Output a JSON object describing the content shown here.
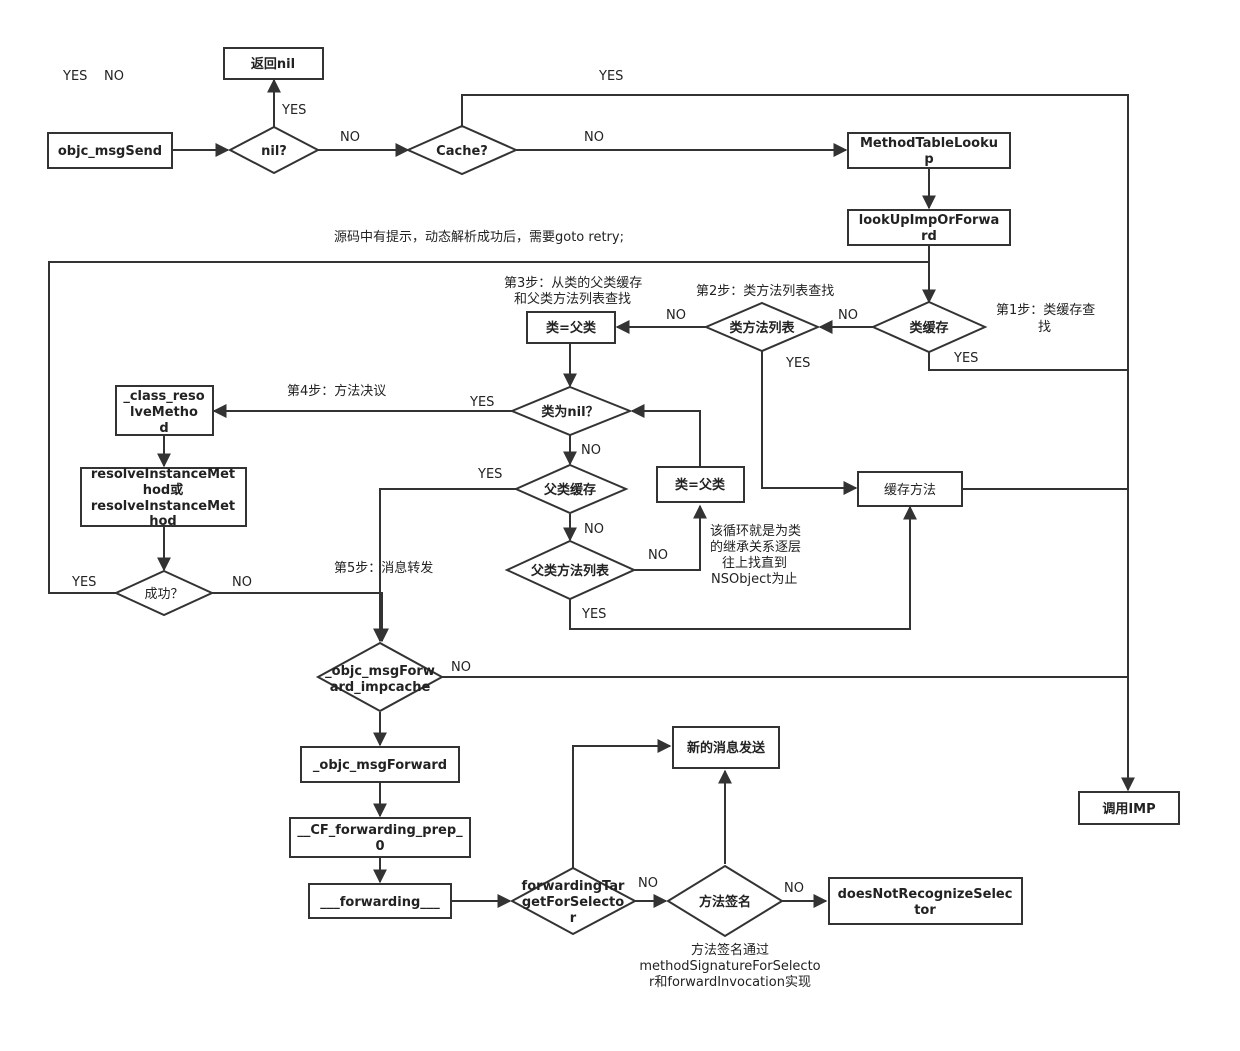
{
  "nodes": {
    "objc_msgSend": "objc_msgSend",
    "nil_check": "nil?",
    "return_nil": "返回nil",
    "cache": "Cache?",
    "method_table_lookup_1": "MethodTableLooku",
    "method_table_lookup_2": "p",
    "lookup_forward_1": "lookUpImpOrForwa",
    "lookup_forward_2": "rd",
    "class_cache": "类缓存",
    "class_method_list": "类方法列表",
    "class_eq_super_1": "类=父类",
    "class_is_nil": "类为nil？",
    "class_resolve_1": "_class_reso",
    "class_resolve_2": "lveMetho",
    "class_resolve_3": "d",
    "resolve_instance_1": "resolveInstanceMet",
    "resolve_instance_2": "hod或",
    "resolve_instance_3": "resolveInstanceMet",
    "resolve_instance_4": "hod",
    "success": "成功？",
    "super_cache": "父类缓存",
    "super_method_list": "父类方法列表",
    "class_eq_super_2": "类=父类",
    "cache_method": "缓存方法",
    "forward_impcache_1": "_objc_msgForw",
    "forward_impcache_2": "ard_impcache",
    "msg_forward": "_objc_msgForward",
    "cf_prep_1": "__CF_forwarding_prep_",
    "cf_prep_2": "0",
    "forwarding": "___forwarding___",
    "forwarding_target_1": "forwardingTar",
    "forwarding_target_2": "getForSelecto",
    "forwarding_target_3": "r",
    "method_signature": "方法签名",
    "new_message": "新的消息发送",
    "does_not_recognize_1": "doesNotRecognizeSelec",
    "does_not_recognize_2": "tor",
    "call_imp": "调用IMP"
  },
  "labels": {
    "yes": "YES",
    "no": "NO",
    "retry_note": "源码中有提示，动态解析成功后，需要goto retry;",
    "step1_1": "第1步：类缓存查",
    "step1_2": "找",
    "step2": "第2步：类方法列表查找",
    "step3_1": "第3步：从类的父类缓存",
    "step3_2": "和父类方法列表查找",
    "step4": "第4步：方法决议",
    "step5": "第5步：消息转发",
    "loop_1": "该循环就是为类",
    "loop_2": "的继承关系逐层",
    "loop_3": "往上找直到",
    "loop_4": "NSObject为止",
    "sig_1": "方法签名通过",
    "sig_2": "methodSignatureForSelecto",
    "sig_3": "r和forwardInvocation实现"
  }
}
